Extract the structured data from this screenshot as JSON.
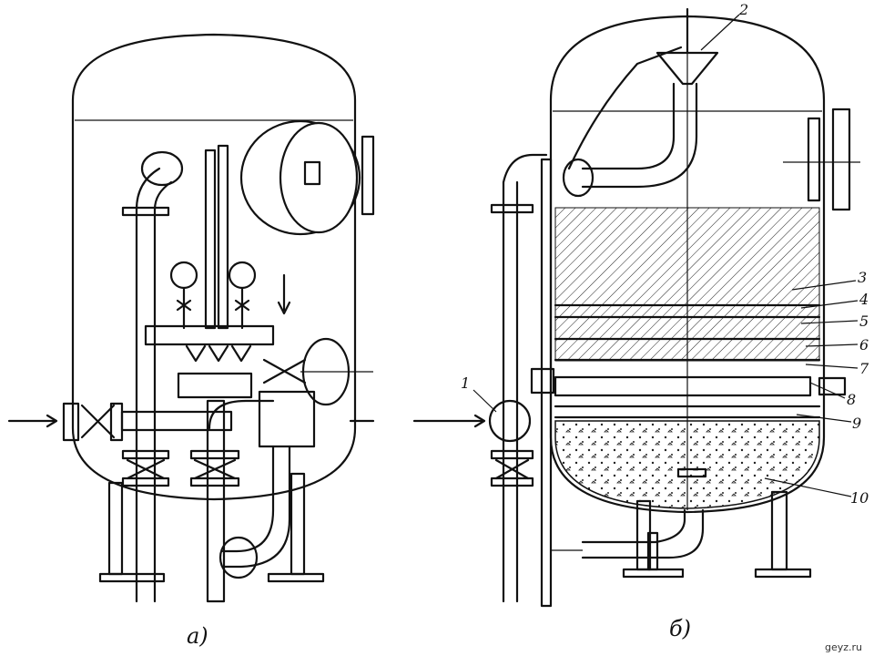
{
  "captions": {
    "left": "а)",
    "right": "б)"
  },
  "labels": {
    "n1": "1",
    "n2": "2",
    "n3": "3",
    "n4": "4",
    "n5": "5",
    "n6": "6",
    "n7": "7",
    "n8": "8",
    "n9": "9",
    "n10": "10"
  },
  "watermark": "geyz.ru",
  "colors": {
    "ink": "#111111",
    "background": "#ffffff"
  }
}
